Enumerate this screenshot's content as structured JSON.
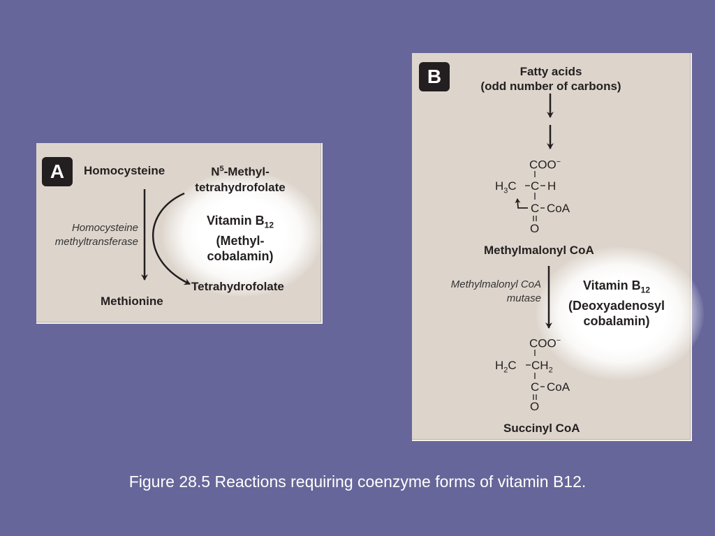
{
  "panel_a": {
    "badge": "A",
    "homocysteine": "Homocysteine",
    "n5_methyl_prefix": "N",
    "n5_methyl_sup": "5",
    "n5_methyl_suffix": "-Methyl-",
    "n5_methyl_line2": "tetrahydrofolate",
    "enzyme_line1": "Homocysteine",
    "enzyme_line2": "methyltransferase",
    "vitamin_prefix": "Vitamin B",
    "vitamin_sub": "12",
    "cofactor_line1": "(Methyl-",
    "cofactor_line2": "cobalamin)",
    "methionine": "Methionine",
    "tetrahydrofolate": "Tetrahydrofolate"
  },
  "panel_b": {
    "badge": "B",
    "substrate_line1": "Fatty acids",
    "substrate_line2": "(odd number of carbons)",
    "methylmalonyl": {
      "coo": "COO",
      "coo_charge": "−",
      "h3c_h": "H",
      "h3c_sub": "3",
      "h3c_c": "C",
      "center_c": "C",
      "h": "H",
      "c_coa": "C",
      "coa": "CoA",
      "o": "O"
    },
    "methylmalonyl_name": "Methylmalonyl CoA",
    "enzyme_line1": "Methylmalonyl CoA",
    "enzyme_line2": "mutase",
    "vitamin_prefix": "Vitamin B",
    "vitamin_sub": "12",
    "cofactor_line1": "(Deoxyadenosyl",
    "cofactor_line2": "cobalamin)",
    "succinyl": {
      "coo": "COO",
      "coo_charge": "−",
      "h2c_h": "H",
      "h2c_sub": "2",
      "h2c_c": "C",
      "ch2": "CH",
      "ch2_sub": "2",
      "c_coa": "C",
      "coa": "CoA",
      "o": "O"
    },
    "succinyl_name": "Succinyl CoA"
  },
  "caption": "Figure 28.5 Reactions requiring coenzyme forms of vitamin B12."
}
